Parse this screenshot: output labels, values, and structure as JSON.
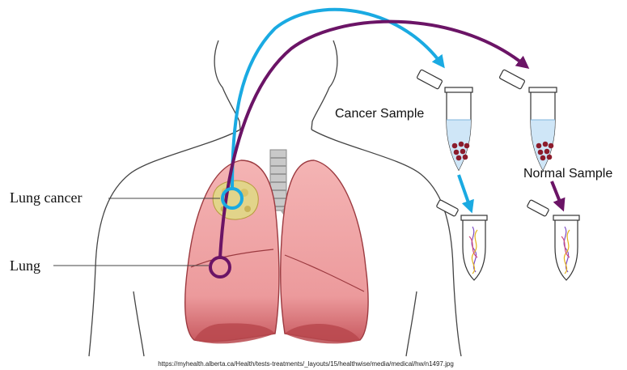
{
  "labels": {
    "lung_cancer": "Lung cancer",
    "lung": "Lung",
    "cancer_sample": "Cancer Sample",
    "normal_sample": "Normal Sample"
  },
  "source_url": "https://myhealth.alberta.ca/Health/tests-treatments/_layouts/15/healthwise/media/medical/hw/n1497.jpg",
  "colors": {
    "cancer_path": "#1aaae2",
    "normal_path": "#6b1466",
    "lung_fill": "#f0a6a8",
    "lung_dark": "#b8484e",
    "tumor": "#e2d48a",
    "cells": "#8c1c2c",
    "liquid": "#cfe6f7"
  }
}
